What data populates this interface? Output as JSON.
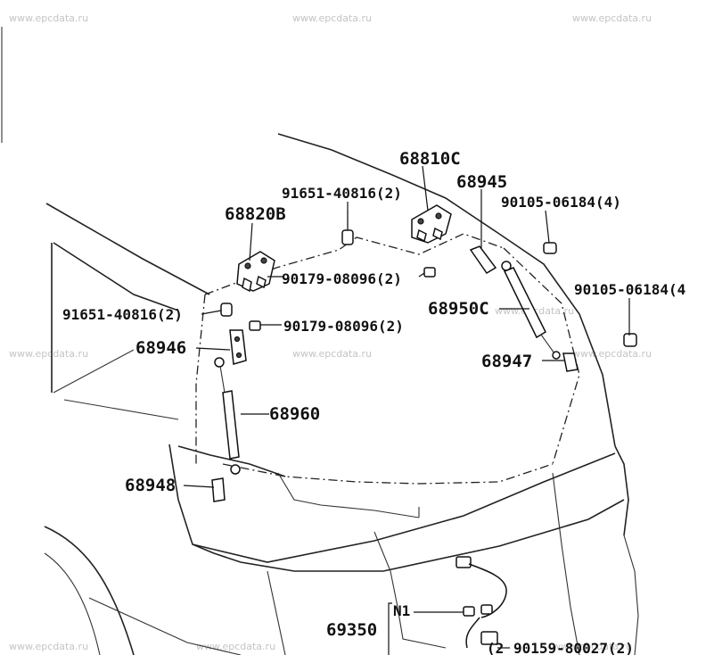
{
  "watermark": "www.epcdata.ru",
  "labels": {
    "p68810C": "68810C",
    "p68945": "68945",
    "p91651_top": "91651-40816(2)",
    "p90105_top": "90105-06184(4)",
    "p68820B": "68820B",
    "p90179_upper": "90179-08096(2)",
    "p90105_right": "90105-06184(4",
    "p68950C": "68950C",
    "p91651_left": "91651-40816(2)",
    "p90179_lower": "90179-08096(2)",
    "p68946": "68946",
    "p68947": "68947",
    "p68960": "68960",
    "p68948": "68948",
    "pN1": "N1",
    "p69350": "69350",
    "p90159": "90159-80027(2)",
    "p2": "(2"
  }
}
